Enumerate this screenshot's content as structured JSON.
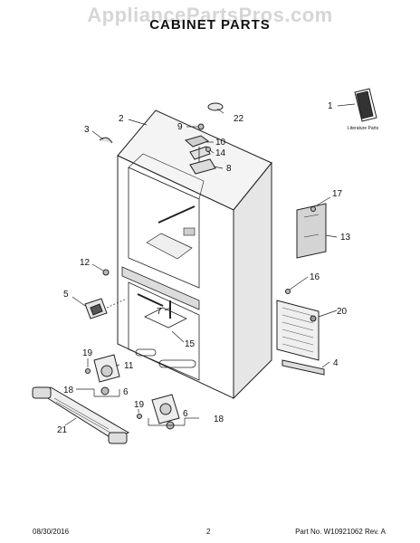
{
  "watermark": "AppliancePartsPros.com",
  "title": "CABINET PARTS",
  "callouts": {
    "c1": "1",
    "c2": "2",
    "c3": "3",
    "c4": "4",
    "c5": "5",
    "c6a": "6",
    "c6b": "6",
    "c7": "7",
    "c8": "8",
    "c9": "9",
    "c10": "10",
    "c11": "11",
    "c12": "12",
    "c13": "13",
    "c14": "14",
    "c15": "15",
    "c16": "16",
    "c17": "17",
    "c18a": "18",
    "c18b": "18",
    "c19a": "19",
    "c19b": "19",
    "c20": "20",
    "c21": "21",
    "c22": "22"
  },
  "literature_label": "Literature Parts",
  "footer": {
    "date": "08/30/2016",
    "page": "2",
    "part_no": "Part No. W10921062  Rev. A"
  }
}
